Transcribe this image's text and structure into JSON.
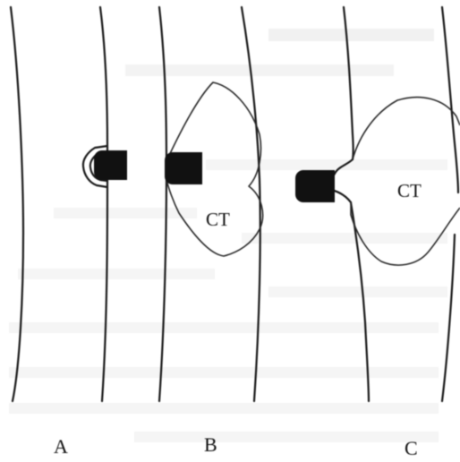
{
  "panels": [
    {
      "id": "A",
      "label": "A"
    },
    {
      "id": "B",
      "label": "B",
      "region_label": "CT"
    },
    {
      "id": "C",
      "label": "C",
      "region_label": "CT"
    }
  ],
  "colors": {
    "ink": "#111111",
    "background": "#ffffff",
    "bleed_through_text": "#c9c9c9"
  }
}
